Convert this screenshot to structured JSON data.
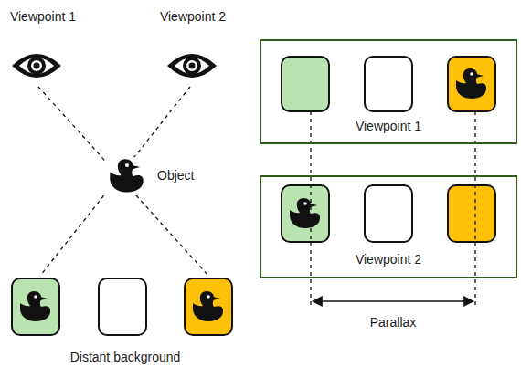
{
  "diagram": {
    "nodes": [
      {
        "text": [
          "Viewpoint 1"
        ]
      },
      {
        "text": [
          "Viewpoint 2"
        ]
      }
    ],
    "labels": [
      "Viewpoint 1",
      "Viewpoint 2",
      "Object",
      "Distant background",
      "Parallax"
    ]
  }
}
